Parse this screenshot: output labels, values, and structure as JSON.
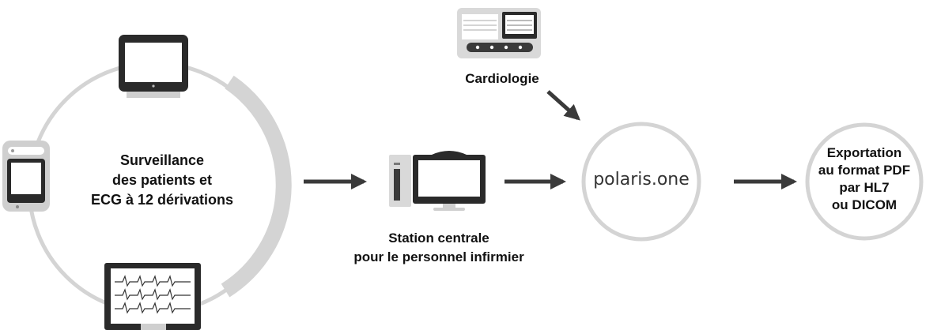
{
  "monitoring": {
    "lines": [
      "Surveillance",
      "des patients et",
      "ECG à 12 dérivations"
    ]
  },
  "cardiology": {
    "label": "Cardiologie"
  },
  "station": {
    "lines": [
      "Station centrale",
      "pour le personnel infirmier"
    ]
  },
  "hub": {
    "label": "polaris.one"
  },
  "export": {
    "lines": [
      "Exportation",
      "au format PDF",
      "par HL7",
      "ou DICOM"
    ]
  },
  "colors": {
    "ring": "#d4d4d4",
    "arrow": "#3a3a3a",
    "device_frame": "#2a2a2a",
    "device_body": "#cfcfcf",
    "text": "#111111"
  }
}
